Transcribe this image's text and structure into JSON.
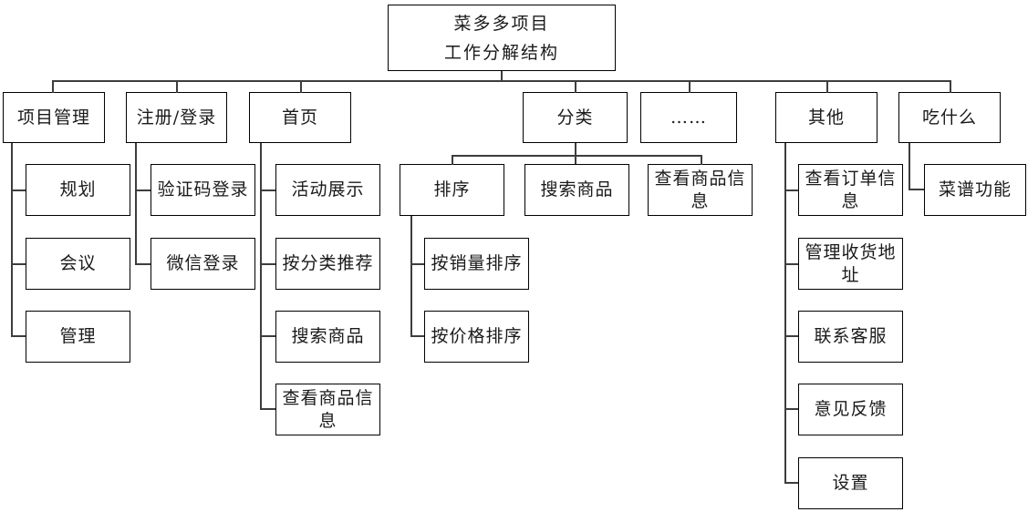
{
  "diagram": {
    "type": "work-breakdown-structure",
    "title": {
      "line1": "菜多多项目",
      "line2": "工作分解结构"
    },
    "nodes": {
      "project_management": "项目管理",
      "planning": "规划",
      "meeting": "会议",
      "management": "管理",
      "register_login": "注册/登录",
      "captcha_login": "验证码登录",
      "wechat_login": "微信登录",
      "home": "首页",
      "activity_display": "活动展示",
      "recommend_by_category": "按分类推荐",
      "search_products_home": "搜索商品",
      "view_product_info_home": "查看商品信息",
      "category": "分类",
      "sort": "排序",
      "sort_by_sales": "按销量排序",
      "sort_by_price": "按价格排序",
      "search_products_category": "搜索商品",
      "view_product_info_category": "查看商品信息",
      "ellipsis": "……",
      "other": "其他",
      "view_order_info": "查看订单信息",
      "manage_shipping_address": "管理收货地址",
      "contact_customer_service": "联系客服",
      "feedback": "意见反馈",
      "settings": "设置",
      "what_to_eat": "吃什么",
      "recipe_function": "菜谱功能"
    },
    "structure": {
      "root": [
        "project_management",
        "register_login",
        "home",
        "category",
        "ellipsis",
        "other",
        "what_to_eat"
      ],
      "project_management": [
        "planning",
        "meeting",
        "management"
      ],
      "register_login": [
        "captcha_login",
        "wechat_login"
      ],
      "home": [
        "activity_display",
        "recommend_by_category",
        "search_products_home",
        "view_product_info_home"
      ],
      "category": [
        "sort",
        "search_products_category",
        "view_product_info_category"
      ],
      "sort": [
        "sort_by_sales",
        "sort_by_price"
      ],
      "other": [
        "view_order_info",
        "manage_shipping_address",
        "contact_customer_service",
        "feedback",
        "settings"
      ],
      "what_to_eat": [
        "recipe_function"
      ]
    }
  }
}
